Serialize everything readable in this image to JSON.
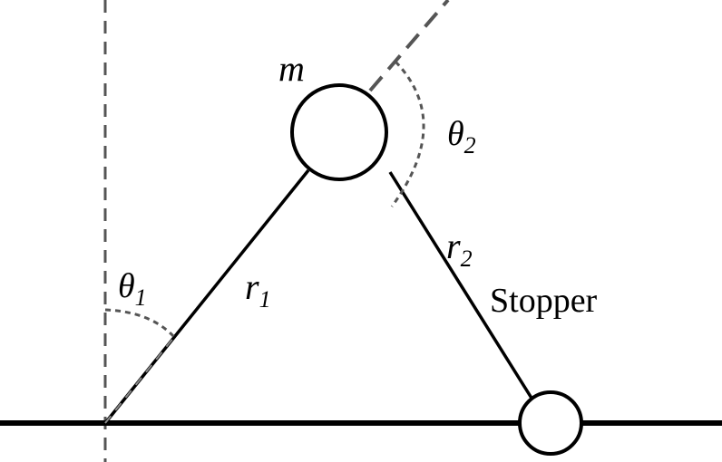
{
  "labels": {
    "mass": "m",
    "theta1": "θ",
    "theta1_sub": "1",
    "theta2": "θ",
    "theta2_sub": "2",
    "r1": "r",
    "r1_sub": "1",
    "r2": "r",
    "r2_sub": "2",
    "stopper": "Stopper"
  },
  "colors": {
    "ink": "#000000",
    "guide": "#555555",
    "background": "#ffffff"
  }
}
